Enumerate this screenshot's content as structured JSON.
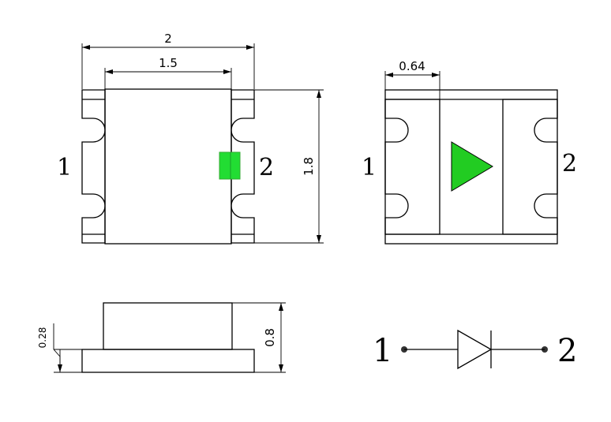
{
  "top_view": {
    "width_overall": "2",
    "width_body": "1.5",
    "height": "1.8",
    "pin_left": "1",
    "pin_right": "2",
    "marker_color": "#22dd33"
  },
  "bottom_view": {
    "pad_width": "0.64",
    "pin_left": "1",
    "pin_right": "2",
    "polarity_color": "#22cc22"
  },
  "side_view": {
    "base_height": "0.28",
    "total_height": "0.8"
  },
  "symbol": {
    "pin_left": "1",
    "pin_right": "2"
  }
}
